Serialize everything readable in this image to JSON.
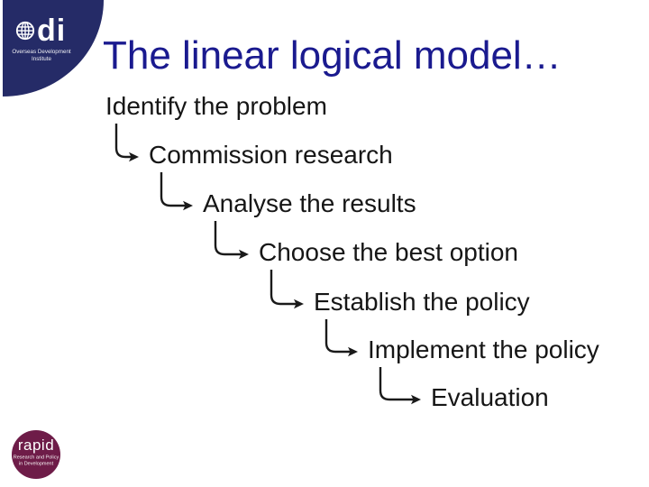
{
  "slide": {
    "title": "The linear logical model…",
    "steps": [
      "Identify the problem",
      "Commission research",
      "Analyse the results",
      "Choose the best option",
      "Establish the policy",
      "Implement the policy",
      "Evaluation"
    ]
  },
  "logos": {
    "odi": {
      "globe_icon": "globe-icon",
      "wordmark": "di",
      "caption_line1": "Overseas Development",
      "caption_line2": "Institute"
    },
    "rapid": {
      "name": "rapid",
      "caption_line1": "Research and Policy",
      "caption_line2": "in Development"
    }
  },
  "icons": {
    "flow_connector": "elbow-arrow-icon"
  },
  "colors": {
    "odi_navy": "#252b67",
    "title_blue": "#1a1a8f",
    "body_text": "#161616",
    "arrow_black": "#1a1a1a",
    "rapid_plum": "#6e1c48",
    "background": "#ffffff"
  }
}
